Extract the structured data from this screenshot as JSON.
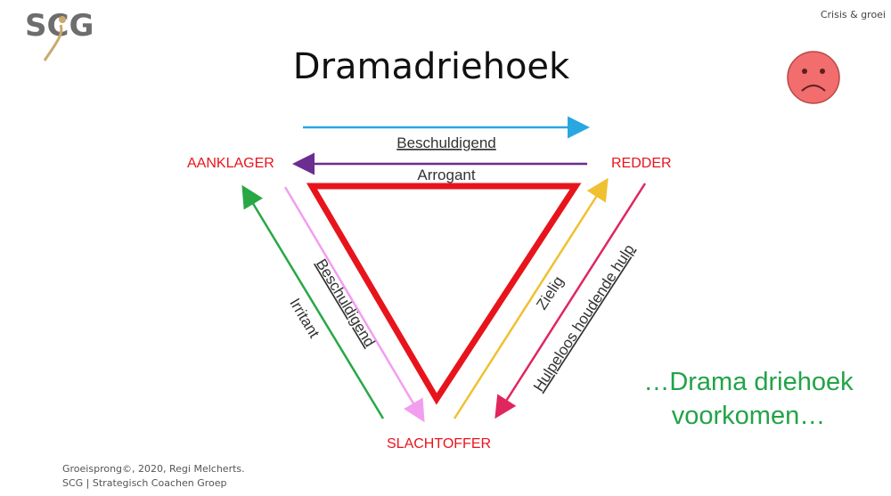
{
  "header": {
    "logo_text": "SCG",
    "slide_tag": "Crisis & groei"
  },
  "title": "Dramadriehoek",
  "roles": {
    "aanklager": "AANKLAGER",
    "redder": "REDDER",
    "slachtoffer": "SLACHTOFFER"
  },
  "arrows": {
    "top_right_label": "Beschuldigend",
    "top_left_label": "Arrogant",
    "left_outer_label": "Irritant",
    "left_inner_label": "Beschuldigend",
    "right_inner_label": "Zielig",
    "right_outer_label": "Hulpeloos houdende hulp"
  },
  "colors": {
    "triangle": "#e8141c",
    "arrow_top_right": "#2aa7e0",
    "arrow_top_left": "#6b2d8f",
    "arrow_left_outer": "#27a845",
    "arrow_left_inner": "#f29ef0",
    "arrow_right_inner": "#f0c030",
    "arrow_right_outer": "#e0265e",
    "slogan": "#22a348",
    "face": "#f26d6d"
  },
  "slogan": {
    "line1": "…Drama driehoek",
    "line2": "voorkomen…"
  },
  "footer": {
    "line1": "Groeisprong©, 2020, Regi Melcherts.",
    "line2": "SCG | Strategisch Coachen Groep"
  },
  "icons": {
    "face": "sad-face-icon",
    "logo": "scg-logo-icon"
  }
}
